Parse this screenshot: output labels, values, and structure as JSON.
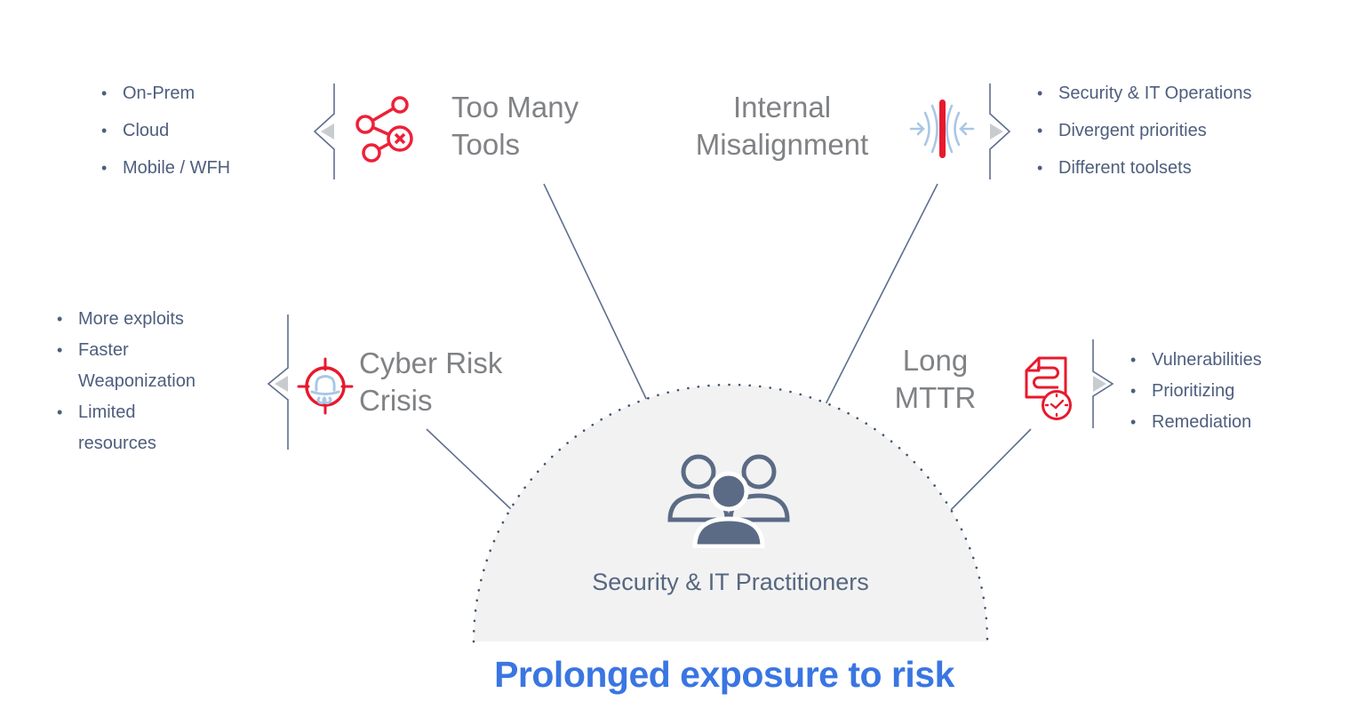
{
  "groups": [
    {
      "id": "too-many-tools",
      "label": "Too Many Tools",
      "icon": "network-tools-icon",
      "bullets": [
        "On-Prem",
        "Cloud",
        "Mobile / WFH"
      ]
    },
    {
      "id": "internal-misalignment",
      "label": "Internal Misalignment",
      "icon": "collision-wall-icon",
      "bullets": [
        "Security & IT Operations",
        "Divergent priorities",
        "Different toolsets"
      ]
    },
    {
      "id": "cyber-risk-crisis",
      "label": "Cyber Risk Crisis",
      "icon": "spy-target-icon",
      "bullets": [
        "More exploits",
        "Faster Weaponization",
        "Limited resources"
      ]
    },
    {
      "id": "long-mttr",
      "label": "Long MTTR",
      "icon": "document-clock-icon",
      "bullets": [
        "Vulnerabilities",
        "Prioritizing",
        "Remediation"
      ]
    }
  ],
  "center": {
    "label": "Security & IT Practitioners",
    "icon": "people-group-icon"
  },
  "footer": {
    "title": "Prolonged exposure to risk"
  },
  "colors": {
    "accent_red": "#ee2039",
    "accent_light_blue": "#a9c7e5",
    "slate_text": "#4e5e7d",
    "gray_label": "#808285",
    "line_slate": "#5e6e8e",
    "semicircle_fill": "#f2f2f3",
    "title_blue": "#3a76e2"
  }
}
